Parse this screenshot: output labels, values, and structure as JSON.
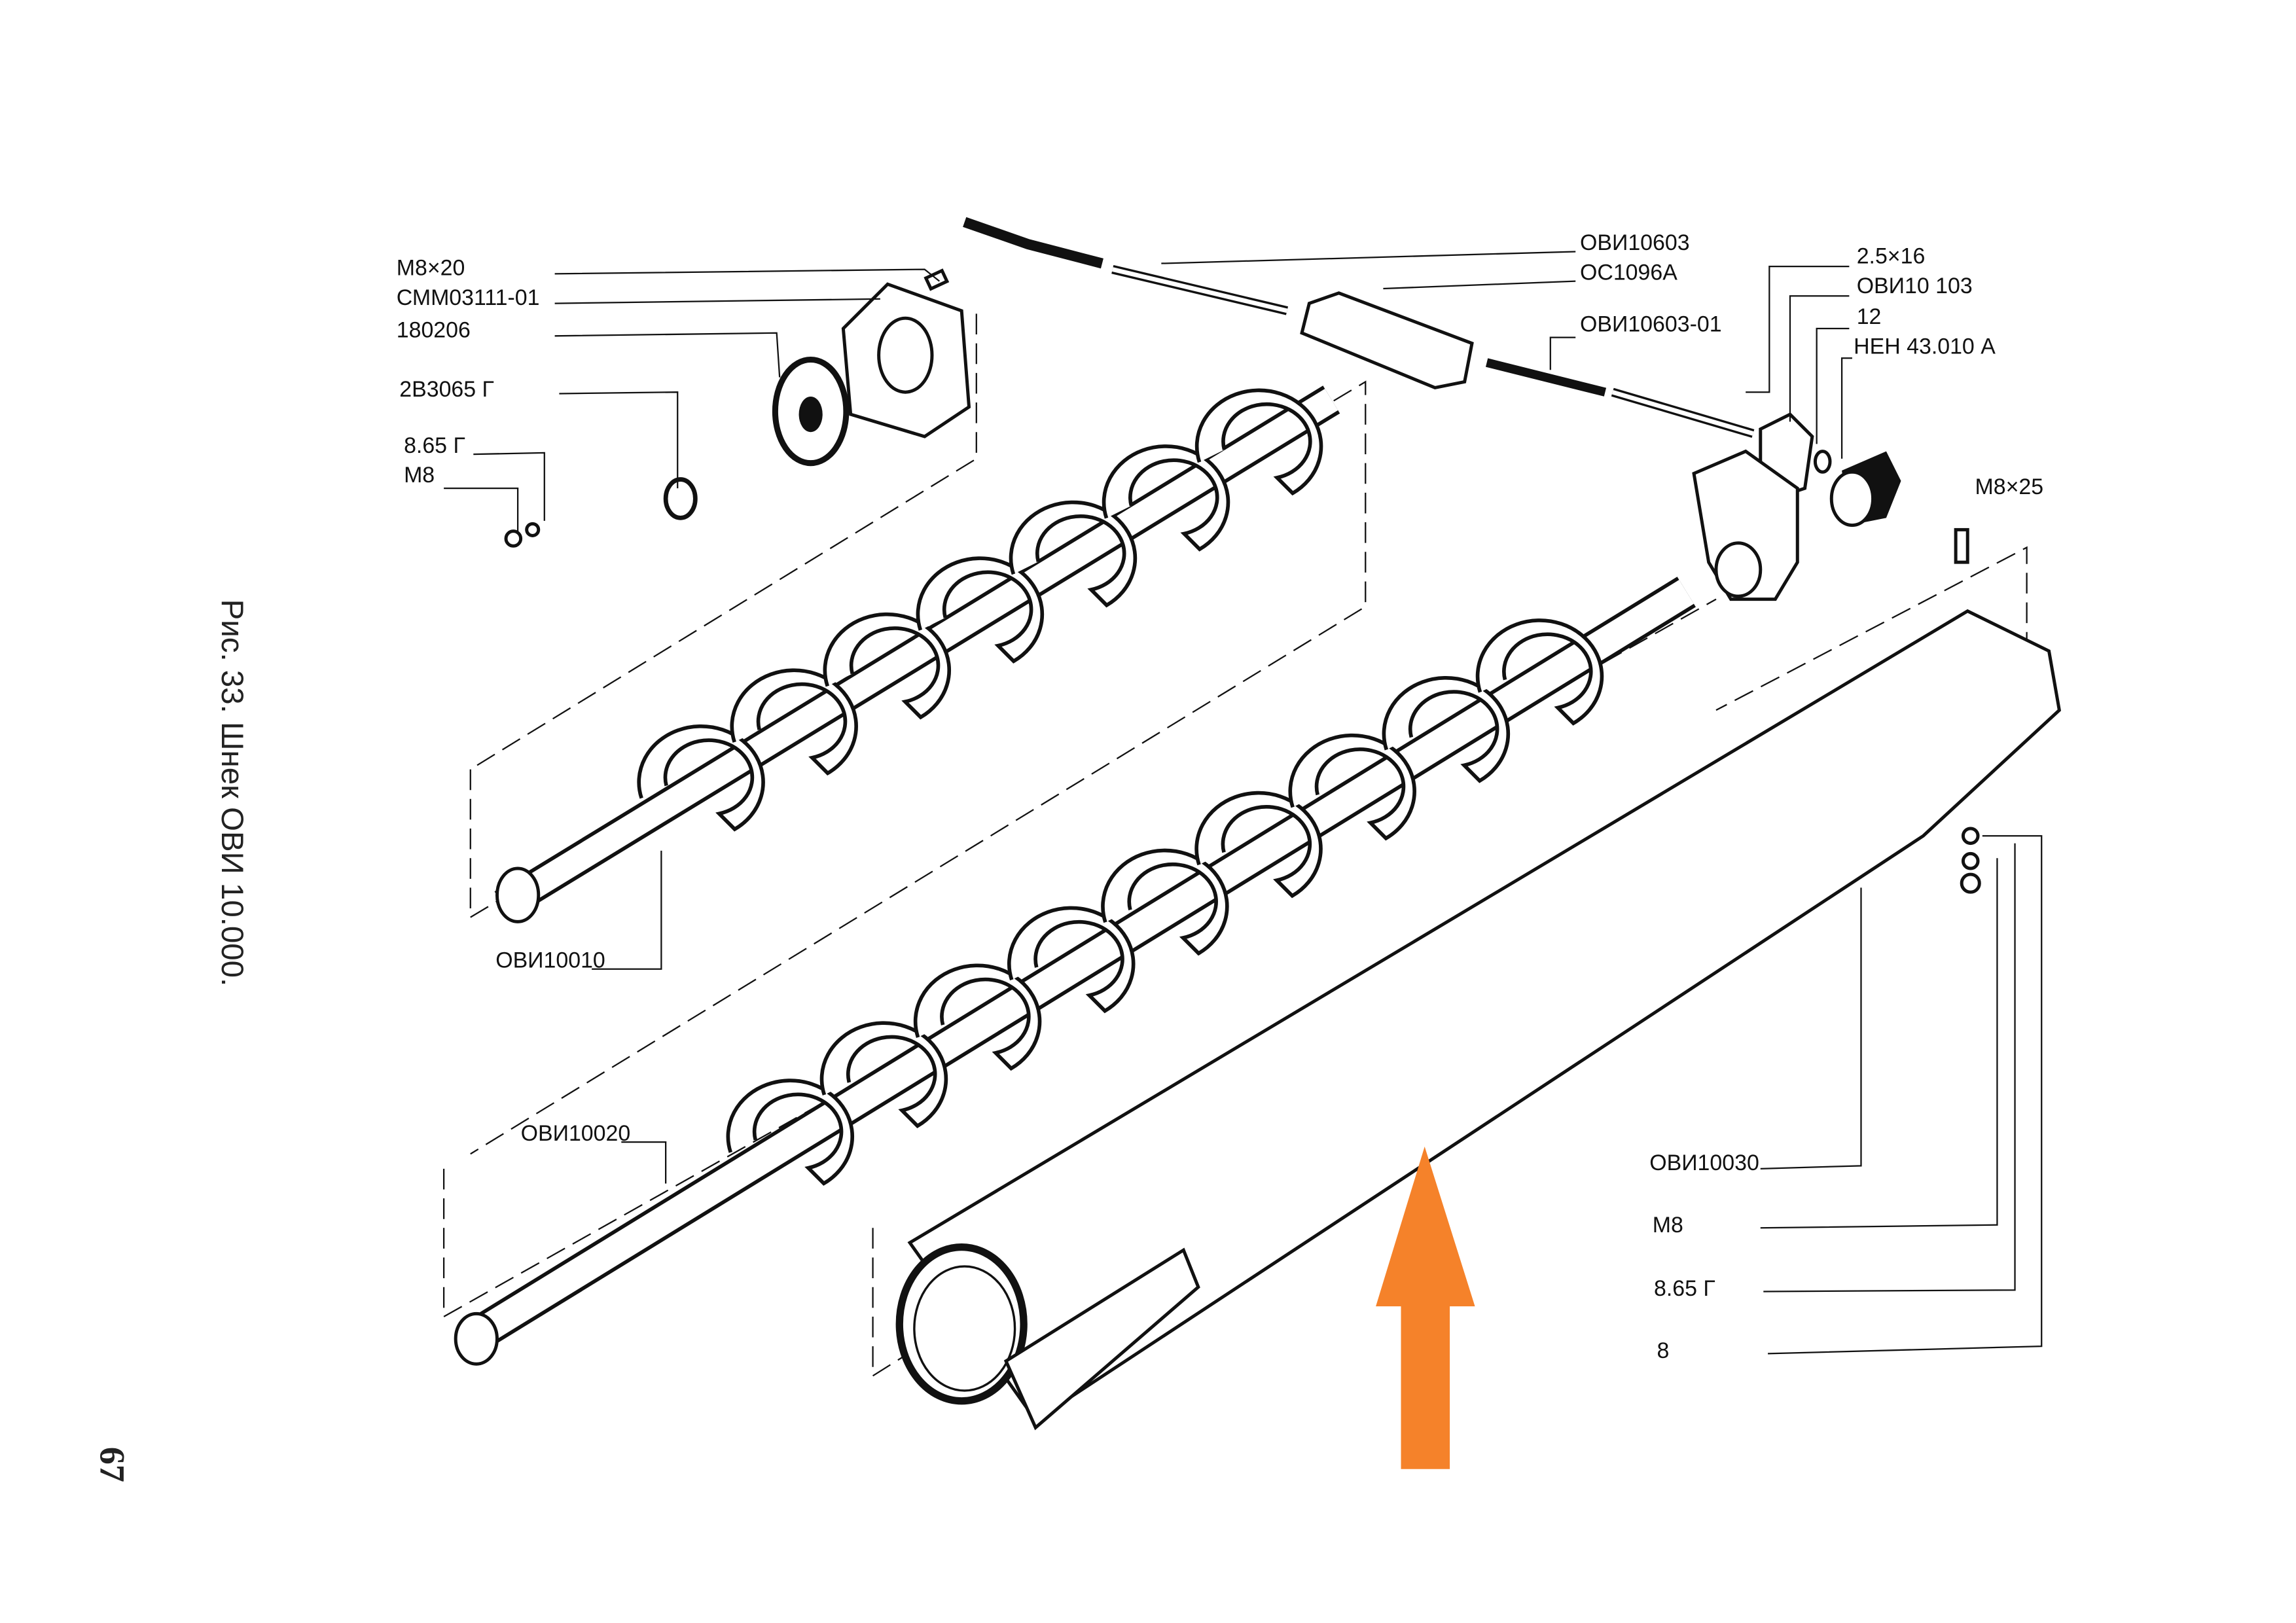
{
  "caption": "Рис. 33. Шнек ОВИ 10.000.",
  "page_number": "67",
  "arrow_color": "#F5822A",
  "labels": {
    "bolt_m8x20": "M8×20",
    "flange_housing": "СММ03111-01",
    "bearing": "180206",
    "retaining_ring": "2В3065 Г",
    "washer_left": "8.65 Г",
    "nut_left": "M8",
    "rod": "ОВИ10603",
    "turnbuckle": "ОС1096А",
    "rod_01": "ОВИ10603-01",
    "cotter_pin": "2.5×16",
    "bracket": "ОВИ10 103",
    "washer_12": "12",
    "bushing": "НЕН 43.010 А",
    "bolt_m8x25": "M8×25",
    "auger_upper": "ОВИ10010",
    "auger_lower": "ОВИ10020",
    "tube": "ОВИ10030",
    "nut_right": "M8",
    "washer_right": "8.65 Г",
    "washer_8": "8"
  }
}
